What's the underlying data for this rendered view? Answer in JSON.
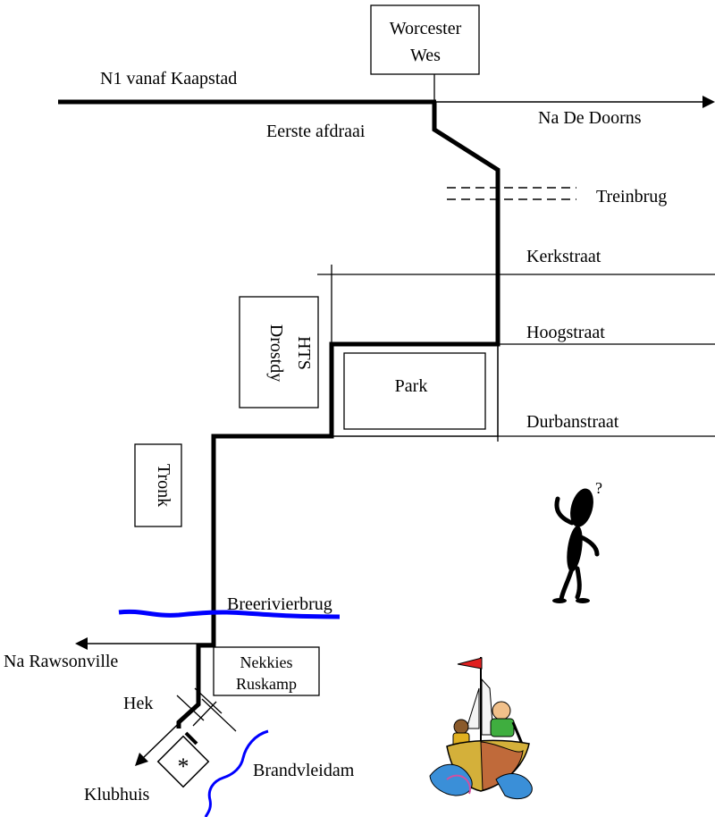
{
  "map": {
    "roads": {
      "n1": "N1 vanaf Kaapstad",
      "to_de_doorns": "Na De Doorns",
      "first_exit": "Eerste afdraai",
      "train_bridge": "Treinbrug",
      "kerkstraat": "Kerkstraat",
      "hoogstraat": "Hoogstraat",
      "durbanstraat": "Durbanstraat",
      "breerivier_bridge": "Breerivierbrug",
      "to_rawsonville": "Na Rawsonville",
      "gate": "Hek"
    },
    "places": {
      "worcester_line1": "Worcester",
      "worcester_line2": "Wes",
      "hts": "HTS",
      "drostdy": "Drostdy",
      "park": "Park",
      "tronk": "Tronk",
      "nekkies_line1": "Nekkies",
      "nekkies_line2": "Ruskamp",
      "clubhouse": "Klubhuis",
      "clubhouse_marker": "*",
      "dam": "Brandvleidam"
    },
    "figures": {
      "question_mark": "?"
    },
    "colors": {
      "road": "#000000",
      "river": "#0000ff",
      "flag": "#e02020",
      "boat_hull": "#d4b03a",
      "water": "#3a8fd8"
    }
  }
}
